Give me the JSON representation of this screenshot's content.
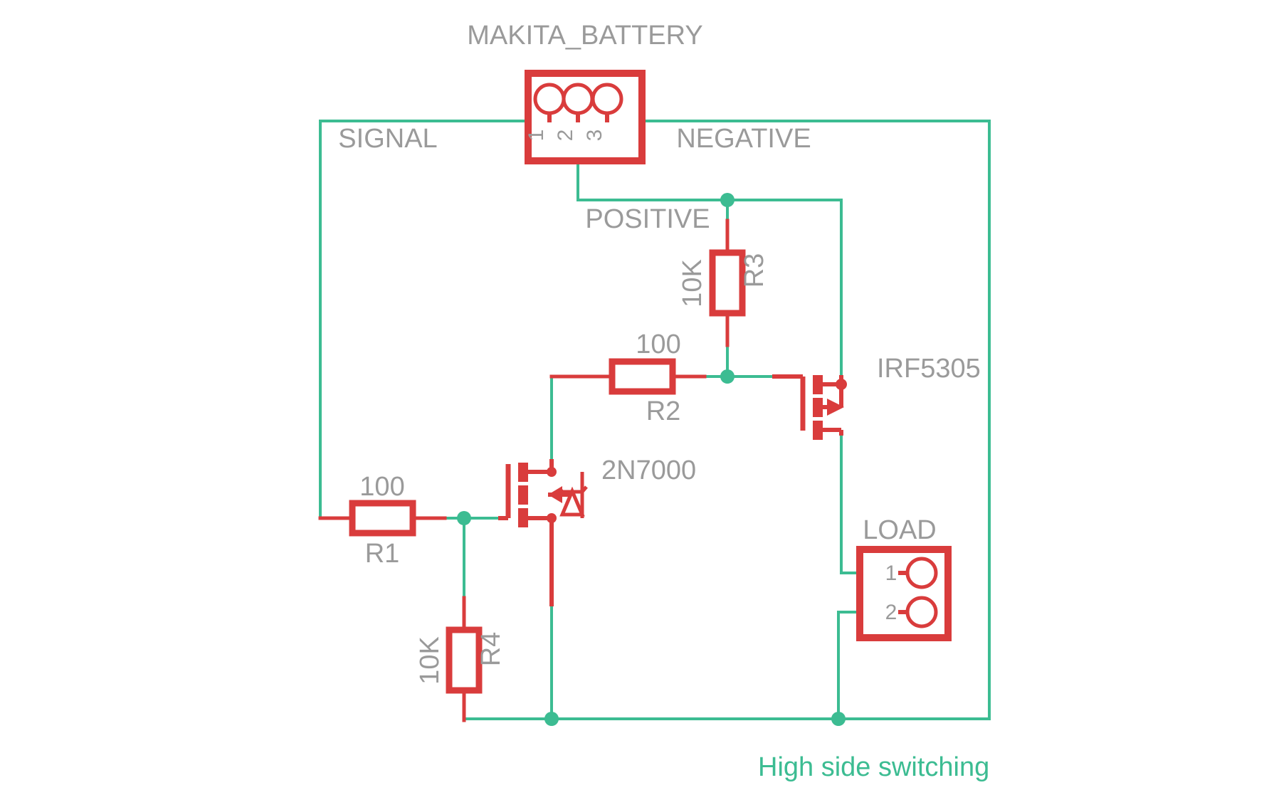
{
  "sheet": {
    "title": "MAKITA_BATTERY",
    "caption": "High side switching",
    "colors": {
      "wire": "#3cbc92",
      "symbol": "#d93c3c",
      "text": "#9a9a9a",
      "background": "#ffffff"
    }
  },
  "nets": [
    {
      "name": "signal-net",
      "label": "SIGNAL"
    },
    {
      "name": "negative-net",
      "label": "NEGATIVE"
    },
    {
      "name": "positive-net",
      "label": "POSITIVE"
    }
  ],
  "connectors": [
    {
      "name": "battery-connector",
      "designator": "MAKITA_BATTERY",
      "pins": [
        {
          "number": "1",
          "net": "SIGNAL"
        },
        {
          "number": "2",
          "net": "POSITIVE"
        },
        {
          "number": "3",
          "net": "NEGATIVE"
        }
      ]
    },
    {
      "name": "load-connector",
      "designator": "LOAD",
      "pins": [
        {
          "number": "1"
        },
        {
          "number": "2"
        }
      ]
    }
  ],
  "resistors": [
    {
      "name": "R1",
      "designator": "R1",
      "value": "100",
      "orientation": "horizontal"
    },
    {
      "name": "R2",
      "designator": "R2",
      "value": "100",
      "orientation": "horizontal"
    },
    {
      "name": "R3",
      "designator": "R3",
      "value": "10K",
      "orientation": "vertical"
    },
    {
      "name": "R4",
      "designator": "R4",
      "value": "10K",
      "orientation": "vertical"
    }
  ],
  "transistors": [
    {
      "name": "Q1",
      "part": "2N7000",
      "channel": "n-channel",
      "has_body_diode": true
    },
    {
      "name": "Q2",
      "part": "IRF5305",
      "channel": "p-channel",
      "has_body_diode": false
    }
  ],
  "labels": {
    "battery_title": "MAKITA_BATTERY",
    "signal": "SIGNAL",
    "negative": "NEGATIVE",
    "positive": "POSITIVE",
    "r1_value": "100",
    "r1_name": "R1",
    "r2_value": "100",
    "r2_name": "R2",
    "r3_value": "10K",
    "r3_name": "R3",
    "r4_value": "10K",
    "r4_name": "R4",
    "q1_part": "2N7000",
    "q2_part": "IRF5305",
    "load_title": "LOAD",
    "load_pin1": "1",
    "load_pin2": "2",
    "batt_pin1": "1",
    "batt_pin2": "2",
    "batt_pin3": "3",
    "caption": "High side switching"
  }
}
